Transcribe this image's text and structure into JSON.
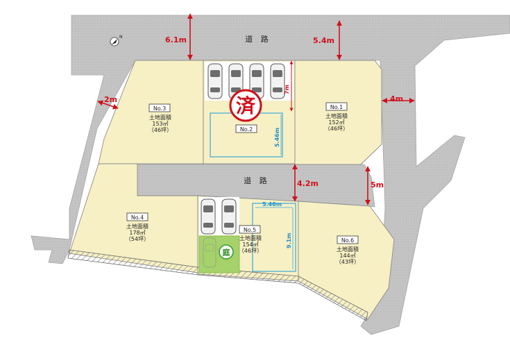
{
  "roads": {
    "top_label": "道 路",
    "middle_label": "道 路"
  },
  "lots": [
    {
      "id": "no3",
      "number": "No.3",
      "area_label": "土地面積",
      "area": "153㎡",
      "tsubo": "（46坪）"
    },
    {
      "id": "no2",
      "number": "No.2",
      "stamp": "済"
    },
    {
      "id": "no1",
      "number": "No.1",
      "area_label": "土地面積",
      "area": "152㎡",
      "tsubo": "（46坪）"
    },
    {
      "id": "no4",
      "number": "No.4",
      "area_label": "土地面積",
      "area": "178㎡",
      "tsubo": "（54坪）"
    },
    {
      "id": "no5",
      "number": "No.5",
      "area_label": "土地面積",
      "area": "154㎡",
      "tsubo": "（46坪）",
      "garden": "庭"
    },
    {
      "id": "no6",
      "number": "No.6",
      "area_label": "土地面積",
      "area": "144㎡",
      "tsubo": "（43坪）"
    }
  ],
  "dimensions": {
    "top_road_left": "6.1m",
    "top_road_right": "5.4m",
    "left_road": "2m",
    "right_road": "4m",
    "middle_road_left": "4.2m",
    "middle_road_right": "5m",
    "no2_depth": "7m",
    "no2_building_width": "5.46m",
    "no5_building_width": "5.46m",
    "no5_building_depth": "9.1m"
  },
  "north_symbol": "N",
  "colors": {
    "road": "#c4c4c4",
    "lot": "#f7f0c4",
    "parking": "#ffffff",
    "garden": "#a5d26a",
    "dimension_red": "#d0101a",
    "building_outline": "#38a9dd"
  }
}
